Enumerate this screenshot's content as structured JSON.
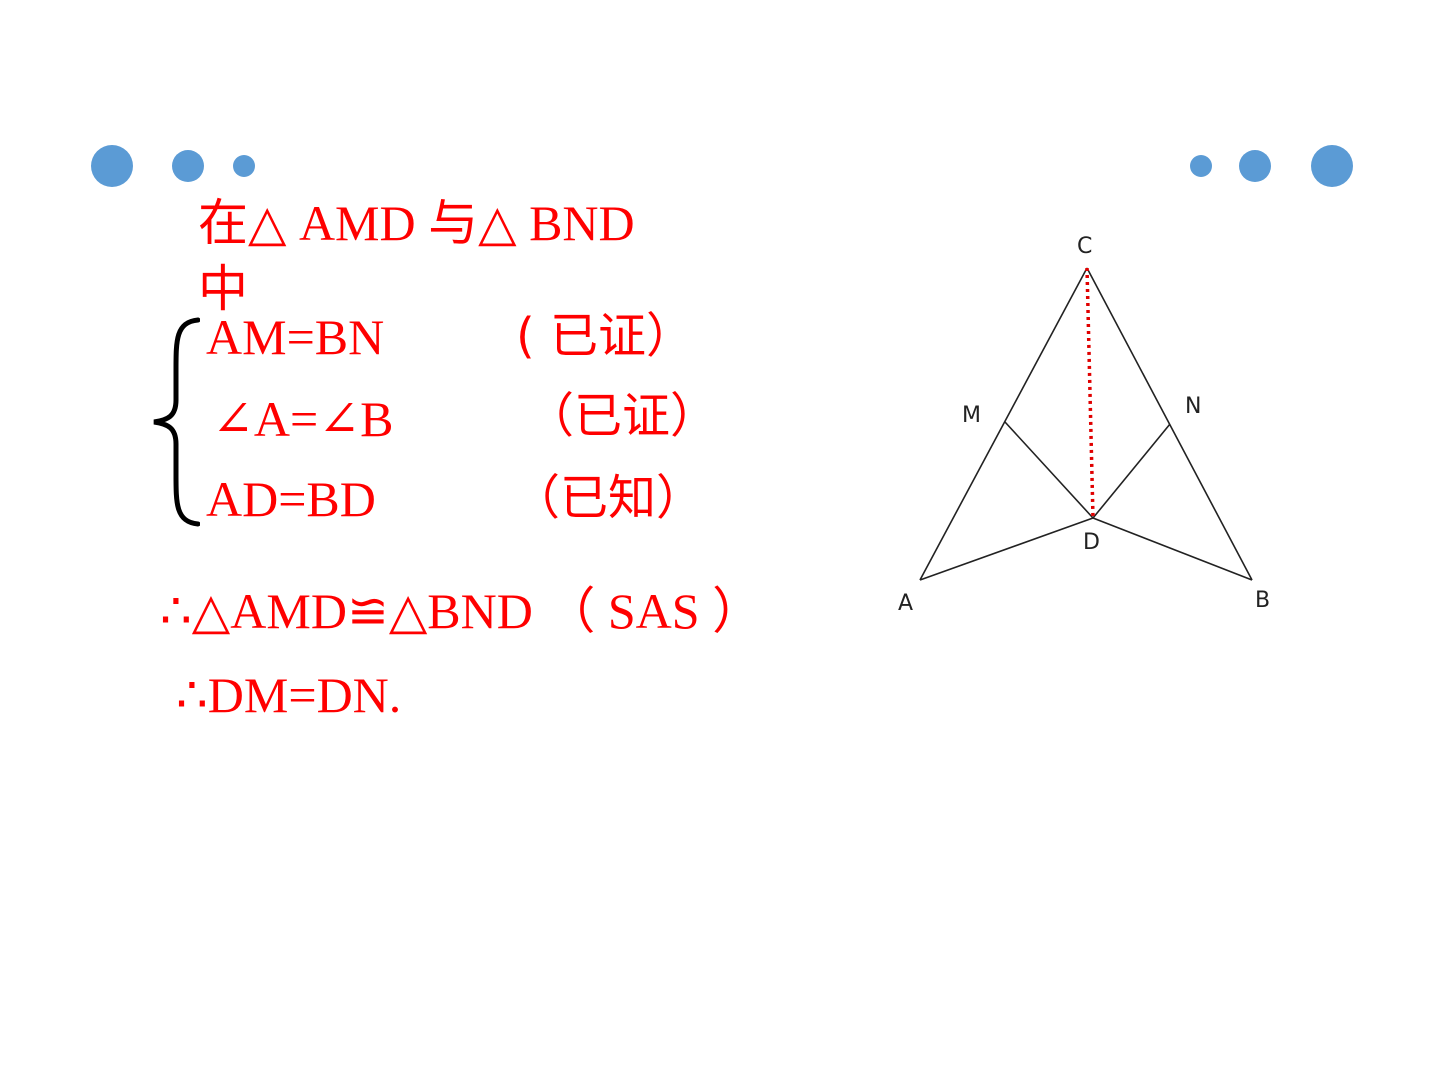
{
  "colors": {
    "accent_dot": "#5b9bd5",
    "proof_text": "#ff0000",
    "diagram_line": "#222222",
    "auxiliary_line": "#e00000"
  },
  "proof": {
    "heading": "在△ AMD 与△ BND",
    "heading_cont": "中",
    "conditions": [
      {
        "stmt": "AM=BN",
        "reason": "( 已证）"
      },
      {
        "stmt": "∠A=∠B",
        "reason": "（已证）"
      },
      {
        "stmt": "AD=BD",
        "reason": "（已知）"
      }
    ],
    "conclusion1": "∴△AMD≌△BND （ SAS ）",
    "conclusion2": "∴DM=DN."
  },
  "diagram": {
    "vertices": {
      "C": "C",
      "M": "M",
      "N": "N",
      "D": "D",
      "A": "A",
      "B": "B"
    }
  }
}
